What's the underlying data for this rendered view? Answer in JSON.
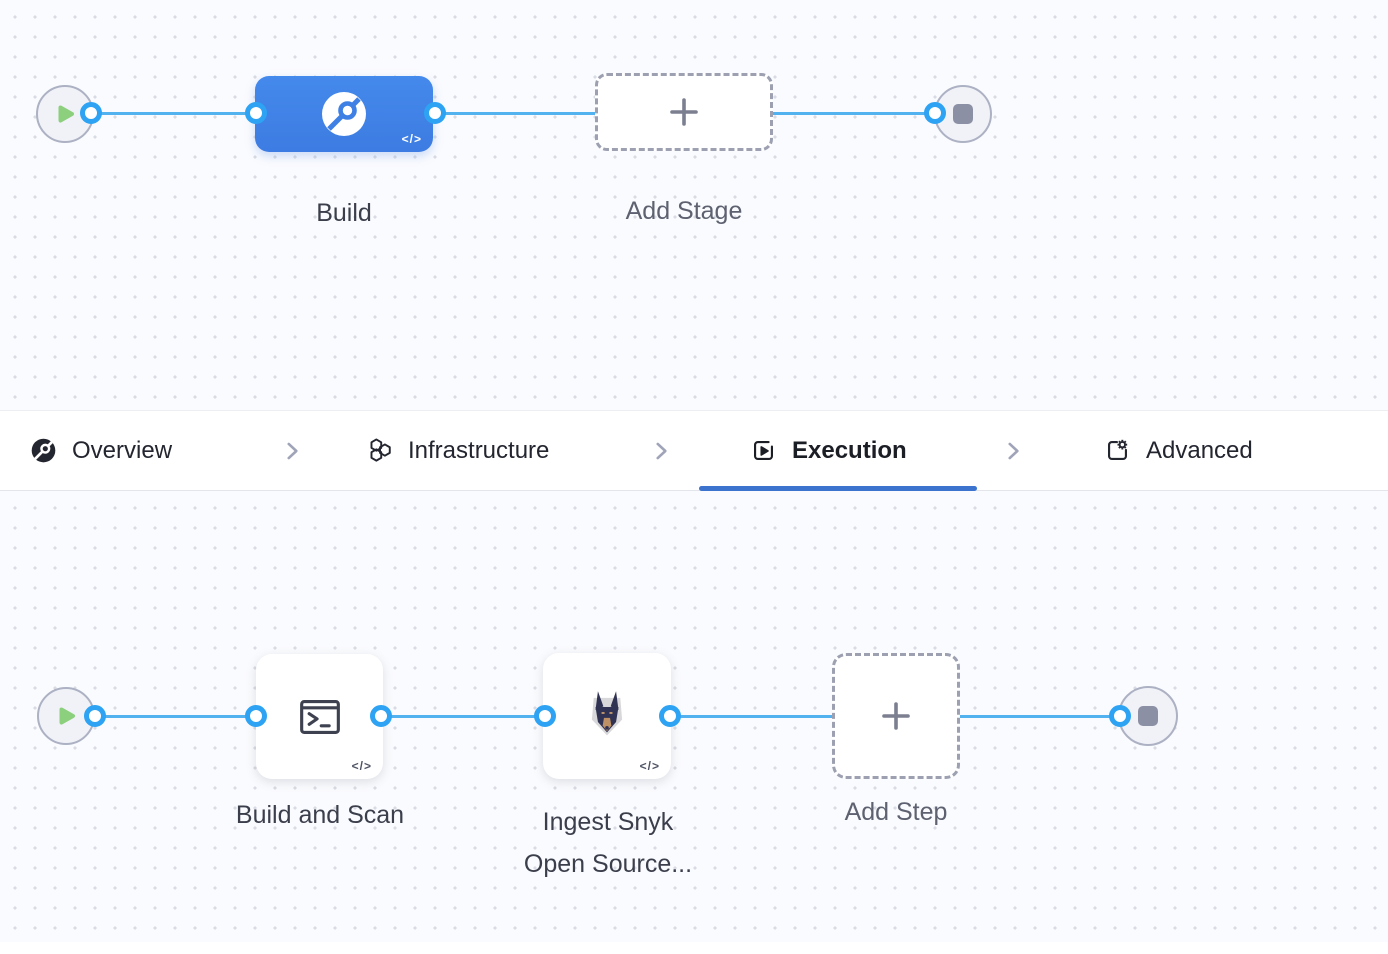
{
  "colors": {
    "connector_blue": "#52B1EF",
    "port_blue": "#2EA3F4",
    "stage_node_blue": "#4183E8",
    "active_tab_underline": "#3B73CE",
    "play_green": "#8CD07D",
    "stop_gray": "#8C90A4",
    "canvas_background": "#fafbfe"
  },
  "stages_canvas": {
    "start_icon": "play-icon",
    "end_icon": "stop-icon",
    "stage": {
      "label": "Build",
      "icon": "ci-build-icon",
      "code_glyph": "</>"
    },
    "add_stage": {
      "label": "Add Stage",
      "icon": "plus-icon"
    }
  },
  "tab_bar": {
    "separator_icon": "chevron-right-icon",
    "tabs": [
      {
        "label": "Overview",
        "icon": "ci-overview-icon",
        "selected": false
      },
      {
        "label": "Infrastructure",
        "icon": "hexagons-icon",
        "selected": false
      },
      {
        "label": "Execution",
        "icon": "play-square-icon",
        "selected": true
      },
      {
        "label": "Advanced",
        "icon": "gear-square-icon",
        "selected": false
      }
    ]
  },
  "execution_canvas": {
    "start_icon": "play-icon",
    "end_icon": "stop-icon",
    "steps": [
      {
        "label": "Build and Scan",
        "icon": "terminal-icon",
        "code_glyph": "</>"
      },
      {
        "label": "Ingest Snyk Open Source...",
        "label_line1": "Ingest Snyk",
        "label_line2": "Open Source...",
        "icon": "snyk-dog-icon",
        "code_glyph": "</>"
      },
      {
        "label": "Add Step",
        "icon": "plus-icon"
      }
    ]
  }
}
